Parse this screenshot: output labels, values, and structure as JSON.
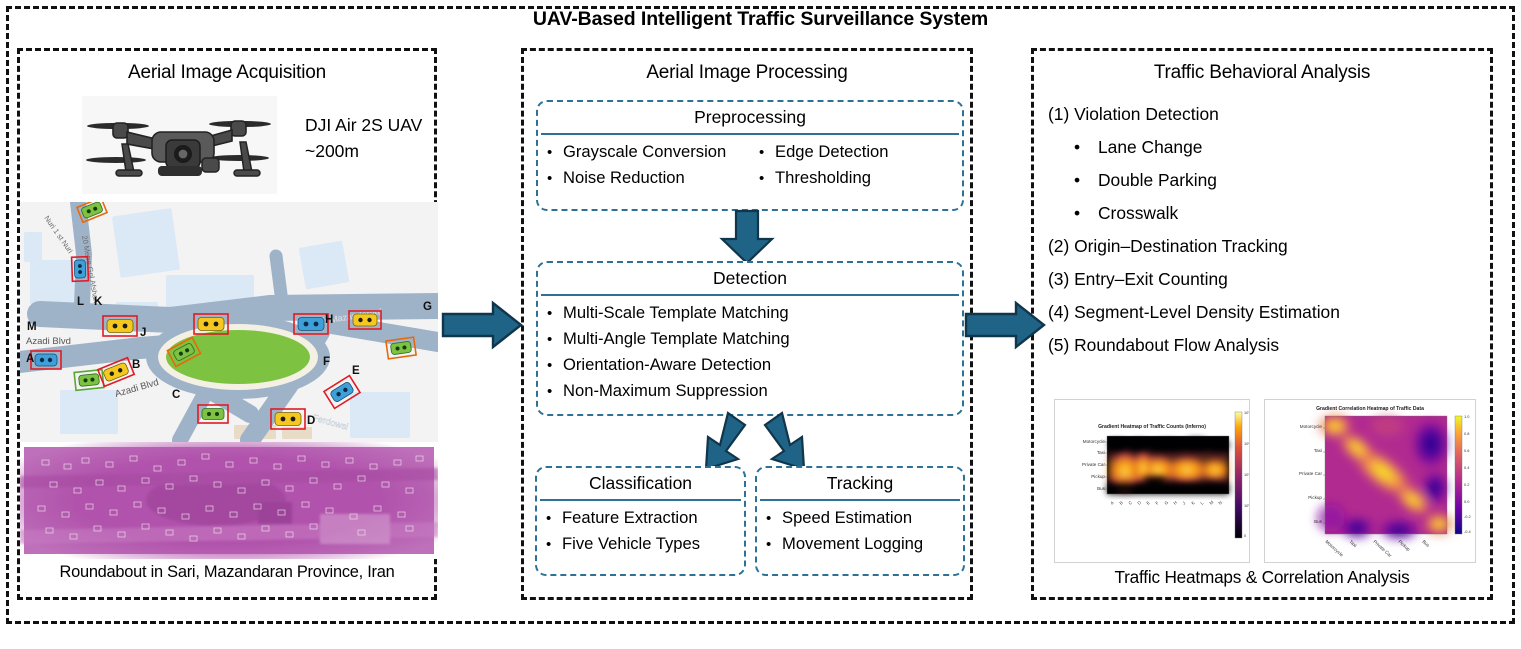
{
  "title": "UAV-Based Intelligent Traffic Surveillance System",
  "colors": {
    "arrow_fill": "#1F6487",
    "arrow_stroke": "#11354a",
    "stage_border": "#2E7196",
    "frame": "#111111"
  },
  "left_panel": {
    "title": "Aerial Image Acquisition",
    "drone_icon": "drone-icon",
    "drone_label_line1": "DJI Air 2S UAV",
    "drone_label_line2": "~200m",
    "caption": "Roundabout in Sari, Mazandaran Province, Iran",
    "map": {
      "street_labels": [
        "Nuri 1 st Nuri",
        "20 Metre Gol Afshan",
        "Azadi Blvd",
        "Azadi Blvd",
        "Amir Mazandarani",
        "Ferdowsi"
      ],
      "point_labels": [
        "A",
        "B",
        "C",
        "D",
        "E",
        "F",
        "G",
        "H",
        "J",
        "K",
        "L",
        "M"
      ]
    }
  },
  "middle_panel": {
    "title": "Aerial Image Processing",
    "stages": [
      {
        "name": "Preprocessing",
        "columns": [
          [
            "Grayscale Conversion",
            "Noise Reduction"
          ],
          [
            "Edge Detection",
            "Thresholding"
          ]
        ]
      },
      {
        "name": "Detection",
        "columns": [
          [
            "Multi-Scale Template Matching",
            "Multi-Angle Template Matching",
            "Orientation-Aware Detection",
            "Non-Maximum Suppression"
          ]
        ]
      },
      {
        "name": "Classification",
        "columns": [
          [
            "Feature Extraction",
            "Five Vehicle Types"
          ]
        ]
      },
      {
        "name": "Tracking",
        "columns": [
          [
            "Speed Estimation",
            "Movement Logging"
          ]
        ]
      }
    ]
  },
  "right_panel": {
    "title": "Traffic Behavioral Analysis",
    "items": [
      {
        "num": "(1) Violation Detection",
        "subs": [
          "Lane Change",
          "Double Parking",
          "Crosswalk"
        ]
      },
      {
        "num": "(2) Origin–Destination Tracking",
        "subs": []
      },
      {
        "num": "(3) Entry–Exit Counting",
        "subs": []
      },
      {
        "num": "(4) Segment-Level Density Estimation",
        "subs": []
      },
      {
        "num": "(5) Roundabout Flow Analysis",
        "subs": []
      }
    ],
    "caption": "Traffic Heatmaps & Correlation Analysis"
  },
  "chart_data": [
    {
      "type": "heatmap",
      "title": "Gradient Heatmap of Traffic Counts (Inferno)",
      "ylabel": "",
      "xlabel": "",
      "categories_y": [
        "Motorcycle",
        "Taxi",
        "Private Car",
        "Pickup",
        "Bus"
      ],
      "categories_x": [
        "A",
        "B",
        "C",
        "D",
        "E",
        "F",
        "G",
        "H",
        "J",
        "K",
        "L",
        "M",
        "N"
      ],
      "colormap": "inferno",
      "colorbar_ticks": [
        "10³",
        "10²",
        "10¹",
        "10⁰",
        "0"
      ],
      "values": [
        [
          2,
          0,
          1,
          0,
          0,
          1,
          0,
          0,
          0,
          1,
          0,
          0,
          1
        ],
        [
          5,
          3,
          12,
          18,
          20,
          22,
          14,
          9,
          19,
          12,
          6,
          3,
          8
        ],
        [
          120,
          300,
          260,
          180,
          150,
          210,
          240,
          170,
          190,
          160,
          120,
          70,
          55
        ],
        [
          8,
          2,
          1,
          3,
          6,
          10,
          4,
          0,
          2,
          9,
          14,
          0,
          6
        ],
        [
          0,
          0,
          0,
          1,
          2,
          0,
          0,
          0,
          1,
          3,
          0,
          0,
          1
        ]
      ]
    },
    {
      "type": "heatmap",
      "title": "Gradient Correlation Heatmap of Traffic Data",
      "categories_y": [
        "Motorcycle",
        "Taxi",
        "Private Car",
        "Pickup",
        "Bus"
      ],
      "categories_x": [
        "Motorcycle",
        "Taxi",
        "Private Car",
        "Pickup",
        "Bus"
      ],
      "colormap": "plasma",
      "colorbar_ticks": [
        "1.0",
        "0.8",
        "0.6",
        "0.4",
        "0.2",
        "0.0",
        "-0.2",
        "-0.4"
      ],
      "zlim": [
        -0.5,
        1.0
      ],
      "values": [
        [
          1.0,
          0.55,
          0.35,
          0.2,
          -0.35
        ],
        [
          0.55,
          1.0,
          0.9,
          0.45,
          -0.4
        ],
        [
          0.35,
          0.9,
          1.0,
          0.85,
          -0.25
        ],
        [
          0.2,
          0.45,
          0.85,
          1.0,
          0.1
        ],
        [
          -0.35,
          -0.4,
          -0.25,
          0.1,
          1.0
        ]
      ]
    }
  ]
}
